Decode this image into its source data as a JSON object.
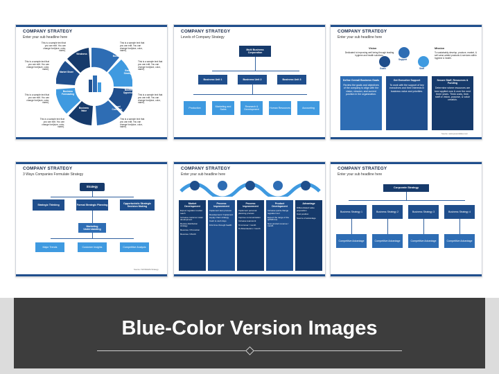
{
  "slides": {
    "s1": {
      "title": "COMPANY STRATEGY",
      "subtitle": "Enter your sub headline here",
      "segments": [
        {
          "num": "01",
          "label": "Business Vision"
        },
        {
          "num": "02",
          "label": "Brand Strategy"
        },
        {
          "num": "03",
          "label": "Business Opportunity"
        },
        {
          "num": "04",
          "label": "Target Customer"
        },
        {
          "num": "05",
          "label": "Business Value"
        },
        {
          "num": "06",
          "label": "Business Forecasting"
        },
        {
          "num": "07",
          "label": "Market Share"
        },
        {
          "num": "08",
          "label": "Weakness"
        }
      ],
      "sample_text": "This is a sample text that you can edit. You can change font(size, color, name)."
    },
    "s2": {
      "title": "COMPANY STRATEGY",
      "subtitle": "Levels of Company Strategy",
      "top": "Multi Business Corporation",
      "units": [
        "Business Unit 1",
        "Business Unit 2",
        "Business Unit 3"
      ],
      "functions": [
        "Production",
        "Marketing and Sales",
        "Research & Development",
        "Human Resources",
        "Accounting"
      ]
    },
    "s3": {
      "title": "COMPANY STRATEGY",
      "subtitle": "Enter your sub headline here",
      "vision_label": "Vision",
      "vision_text": "Dedicated to improving well being through leading hygiene and health solutions.",
      "mission_label": "Mission",
      "mission_text": "To sustainably develop, produce, market, & sell value added products & services within hygiene & health.",
      "nodes": [
        "Goals",
        "Support",
        "Staff"
      ],
      "cards": [
        {
          "head": "Define Overall Business Goals",
          "body": "Review the goals and objectives of the company to align with the vision, mission, and current position in the organization."
        },
        {
          "head": "Get Executive Support",
          "body": "To work with the support of key executives and their interests in business value and priorities."
        },
        {
          "head": "Secure Staff, Resources & Funding",
          "body": "Determine where resources are best applied now & over the next three years. Think costs, time, staff or vision, purpose, & value creation."
        }
      ],
      "source": "Source: www.powerslides.com"
    },
    "s4": {
      "title": "COMPANY STRATEGY",
      "subtitle": "3 Ways Companies Formulate Strategy",
      "top": "Strategy",
      "ways": [
        "Strategic Thinking",
        "Formal Strategic Planning",
        "Opportunistic Strategic Decision Making"
      ],
      "middle": "Marketing Understanding",
      "leaves": [
        "Major Trends",
        "Customer Insights",
        "Competitive Analysis"
      ],
      "source": "Source: ISIXSIGMA Strategy"
    },
    "s5": {
      "title": "COMPANY STRATEGY",
      "subtitle": "Enter your sub headline here",
      "columns": [
        {
          "head": "Market Development",
          "items": [
            "Expect regulator market reach",
            "Increase customer retain development",
            "Review distribution strategy",
            "Revenue / Promotion",
            "Revenue / Month"
          ]
        },
        {
          "head": "Process Improvement",
          "items": [
            "Implement lean process",
            "Development / Implement supply chain strategy",
            "Cash to cash days",
            "First time through health"
          ]
        },
        {
          "head": "Process Improvement",
          "items": [
            "Implement personal planning process",
            "Improve communication",
            "Increase teamwork",
            "% turnover / month",
            "% Absenteeism / month"
          ]
        },
        {
          "head": "Product Development",
          "items": [
            "Increase quick-change regulator tool",
            "Expect the range of the QFMD line",
            "New product revenue / month"
          ]
        },
        {
          "head": "Advantage",
          "items": [
            "Differentiated value proposition",
            "Cost position",
            "Source of advantage"
          ]
        }
      ]
    },
    "s6": {
      "title": "COMPANY STRATEGY",
      "subtitle": "Enter your sub headline here",
      "top": "Corporate Strategy",
      "strategies": [
        "Business Strategy 1",
        "Business Strategy 2",
        "Business Strategy 3",
        "Business Strategy 4"
      ],
      "advantages": [
        "Competitive Advantage",
        "Competitive Advantage",
        "Competitive Advantage",
        "Competitive Advantage"
      ]
    }
  },
  "banner": {
    "title": "Blue-Color Version Images"
  },
  "colors": {
    "navy": "#1f4e8c",
    "dark": "#163a6b",
    "mid": "#2e6db4",
    "light": "#3f9ae0",
    "banner_bg": "#3d3d3d"
  }
}
